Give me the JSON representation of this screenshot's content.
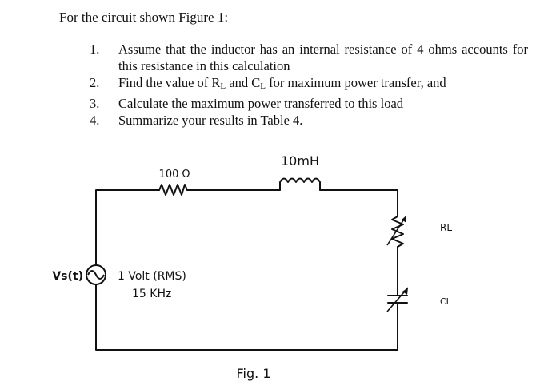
{
  "intro": "For the circuit shown Figure 1:",
  "tasks": [
    {
      "num": "1.",
      "text": "Assume that the inductor has an internal resistance of 4 ohms accounts for this resistance in this calculation"
    },
    {
      "num": "2.",
      "pre": "Find the value of R",
      "sub1": "L",
      "mid": " and C",
      "sub2": "L",
      "post": " for maximum power transfer, and"
    },
    {
      "num": "3.",
      "text": "Calculate the maximum power transferred to this load"
    },
    {
      "num": "4.",
      "text": "Summarize your results in Table 4."
    }
  ],
  "circuit": {
    "resistor_label": "100 Ω",
    "inductor_label": "10mH",
    "source_name": "Vs(t)",
    "source_value": "1 Volt (RMS)",
    "source_freq": "15 KHz",
    "load_resistor_label": "RL",
    "load_capacitor_label": "CL",
    "figure_caption": "Fig. 1"
  }
}
